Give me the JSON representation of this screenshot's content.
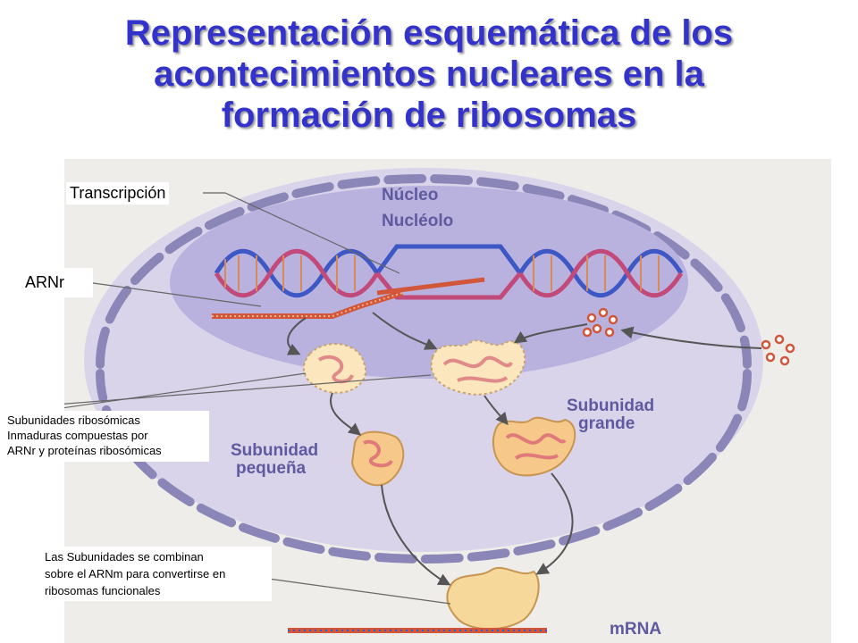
{
  "title": {
    "lines": [
      "Representación esquemática de los",
      "acontecimientos nucleares en la",
      "formación de ribosomas"
    ]
  },
  "figure": {
    "printed_labels": {
      "nucleo": "Núcleo",
      "nucleolo": "Nucléolo",
      "subunidad_grande": [
        "Subunidad",
        "grande"
      ],
      "subunidad_pequena": [
        "Subunidad",
        "pequeña"
      ],
      "mrna": "mRNA"
    },
    "callouts": {
      "transcripcion": "Transcripción",
      "arnr": "ARNr",
      "subunidades": [
        "Subunidades ribosómicas",
        "Inmaduras compuestas por",
        "ARNr y proteínas ribosómicas"
      ],
      "combinan": [
        "Las Subunidades se combinan",
        "sobre el ARNm para convertirse en",
        "ribosomas funcionales"
      ]
    },
    "colors": {
      "title": "#3333cc",
      "nucleus": "#d9d4ea",
      "nucleolus": "#b9b2de",
      "envelope": "#7f7bb0",
      "subunit": "#f6c98a",
      "rna": "#d2563a"
    }
  }
}
